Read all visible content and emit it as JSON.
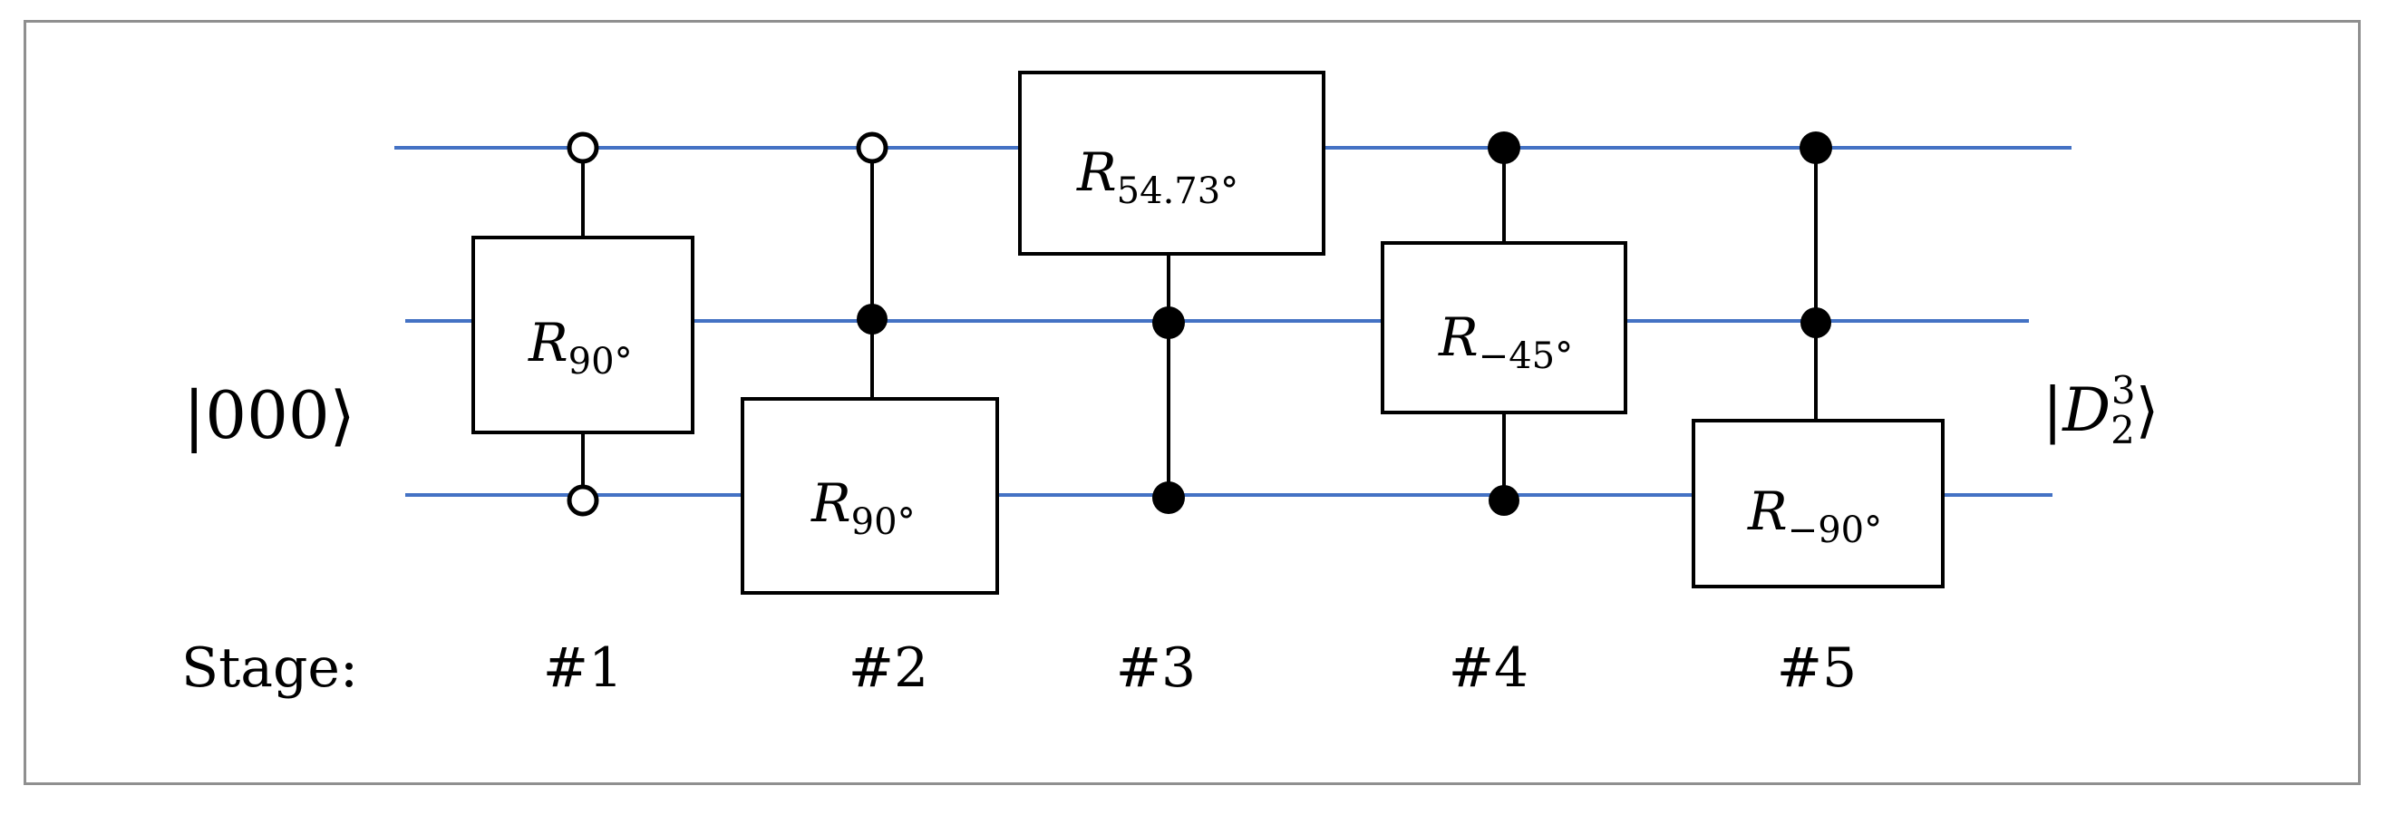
{
  "colors": {
    "wire": "#4472c4",
    "ink": "#000000",
    "frame": "#8f8f8f"
  },
  "input_state": "|000⟩",
  "output_state": {
    "open": "|",
    "letter": "D",
    "sub": "2",
    "sup": "3",
    "close": "⟩"
  },
  "stage_label": "Stage:",
  "stages": [
    "#1",
    "#2",
    "#3",
    "#4",
    "#5"
  ],
  "gates": [
    {
      "letter": "R",
      "angle": "90°"
    },
    {
      "letter": "R",
      "angle": "90°"
    },
    {
      "letter": "R",
      "angle": "54.73°"
    },
    {
      "letter": "R",
      "angle": "−45°"
    },
    {
      "letter": "R",
      "angle": "−90°"
    }
  ]
}
